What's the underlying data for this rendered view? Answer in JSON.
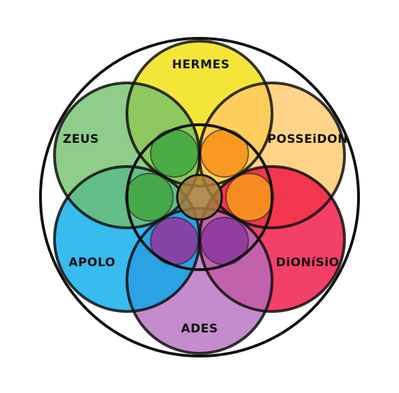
{
  "petals": [
    {
      "id": "hermes",
      "label": "HERMES",
      "color": "#f0df00"
    },
    {
      "id": "posseidon",
      "label": "POSSEiDON",
      "color": "#ffc766"
    },
    {
      "id": "dionisio",
      "label": "DiONíSiO",
      "color": "#ee0a3e"
    },
    {
      "id": "ades",
      "label": "ADES",
      "color": "#b56cbf"
    },
    {
      "id": "apolo",
      "label": "APOLO",
      "color": "#00a8ea"
    },
    {
      "id": "zeus",
      "label": "ZEUS",
      "color": "#6fbf6a"
    }
  ],
  "colors": {
    "outline": "#111111",
    "inner_green": "#45a845",
    "inner_orange": "#f7941d",
    "inner_purple": "#8e3a9e",
    "center_core": "#a57a3a"
  }
}
